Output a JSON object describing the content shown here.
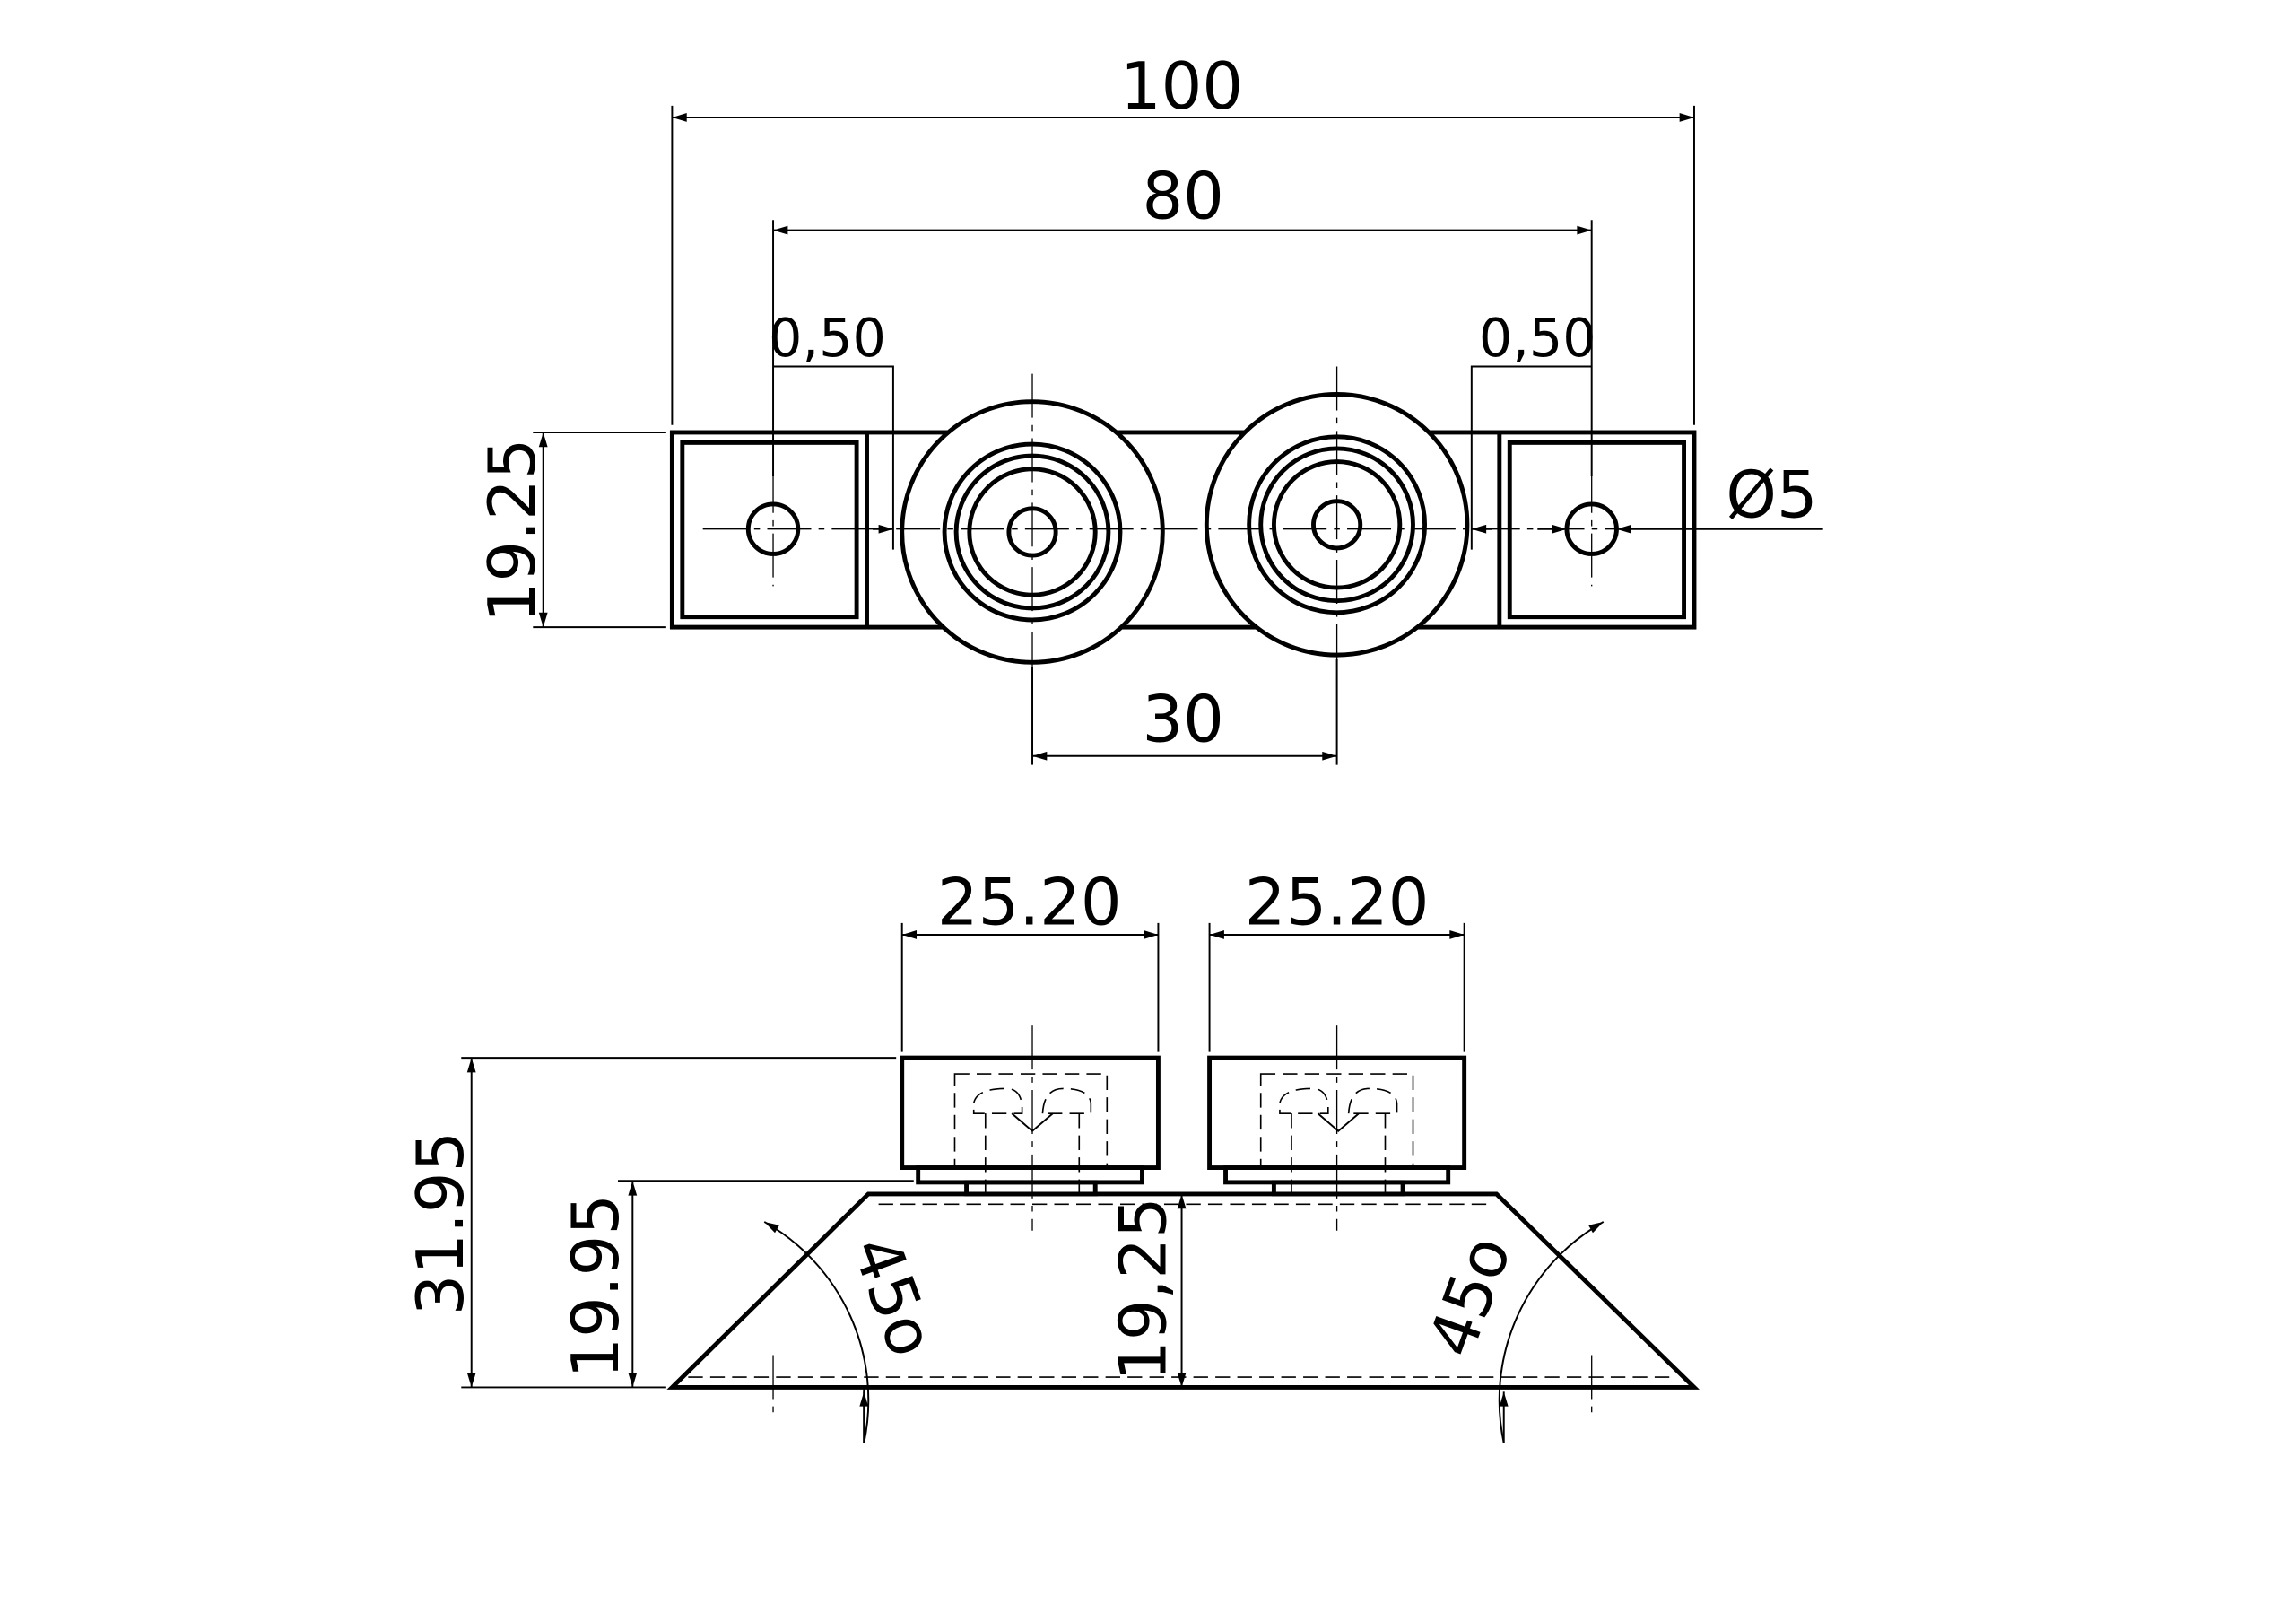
{
  "drawing": {
    "top_view": {
      "dim_overall_length": "100",
      "dim_hole_spacing": "80",
      "dim_offset_left": "0,50",
      "dim_offset_right": "0,50",
      "dim_height": "19.25",
      "dim_hole_diameter": "Ø5",
      "dim_wheel_spacing": "30"
    },
    "side_view": {
      "dim_wheel_width_left": "25.20",
      "dim_wheel_width_right": "25.20",
      "dim_total_height": "31.95",
      "dim_base_height": "19.95",
      "dim_center_height": "19,25",
      "angle_left": "45o",
      "angle_right": "45o"
    }
  }
}
